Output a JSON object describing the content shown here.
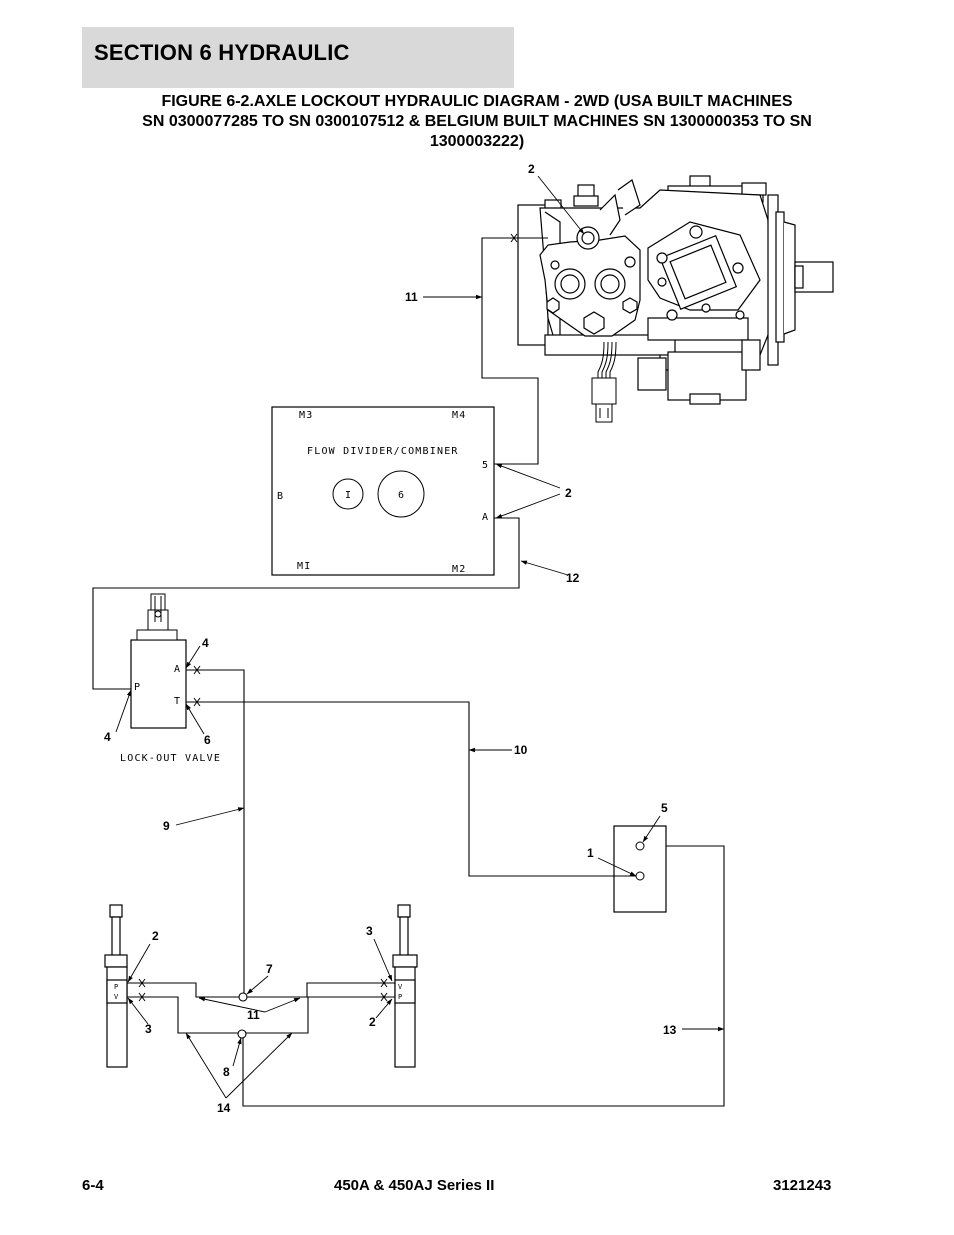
{
  "header": {
    "section_title": "SECTION 6   HYDRAULIC"
  },
  "figure": {
    "title_line1": "FIGURE 6-2.AXLE LOCKOUT HYDRAULIC DIAGRAM - 2WD (USA BUILT MACHINES",
    "title_line2": "SN 0300077285 TO SN 0300107512 & BELGIUM BUILT MACHINES SN 1300000353 TO SN",
    "title_line3": "1300003222)"
  },
  "flow_divider": {
    "label": "FLOW DIVIDER/COMBINER",
    "m3": "M3",
    "m4": "M4",
    "m1": "MI",
    "m2": "M2",
    "port_5": "5",
    "port_a": "A",
    "port_b": "B",
    "gear_1": "I",
    "gear_6": "6"
  },
  "lockout_valve": {
    "label": "LOCK-OUT VALVE",
    "port_a": "A",
    "port_t": "T",
    "port_p": "P"
  },
  "cylinders": {
    "left_p": "P",
    "left_v": "V",
    "right_v": "V",
    "right_p": "P"
  },
  "callouts": {
    "c2_pump": "2",
    "c11_pump": "11",
    "c2_flow": "2",
    "c12": "12",
    "c4_top": "4",
    "c4_bottom": "4",
    "c6": "6",
    "c10": "10",
    "c9": "9",
    "c5": "5",
    "c1": "1",
    "c2_left_cyl": "2",
    "c3_right_cyl": "3",
    "c7": "7",
    "c11_bottom": "11",
    "c3_left_cyl": "3",
    "c2_right_cyl": "2",
    "c13": "13",
    "c8": "8",
    "c14": "14"
  },
  "footer": {
    "page_number": "6-4",
    "model": "450A & 450AJ Series II",
    "document_number": "3121243"
  }
}
